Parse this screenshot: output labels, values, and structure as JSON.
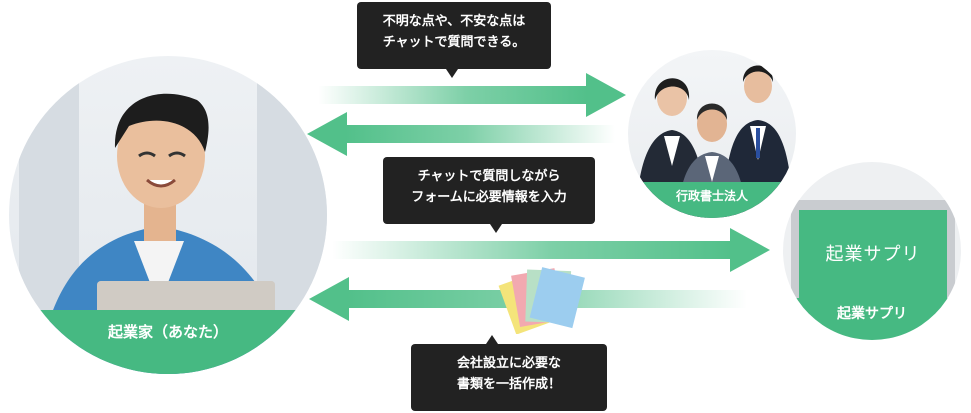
{
  "nodes": {
    "user": {
      "label": "起業家（あなた）"
    },
    "firm": {
      "label": "行政書士法人"
    },
    "app": {
      "label": "起業サプリ",
      "screen_text": "起業サプリ"
    }
  },
  "bubbles": {
    "chat_consult": {
      "lines": [
        "不明な点や、不安な点は",
        "チャットで質問できる。"
      ]
    },
    "chat_form": {
      "lines": [
        "チャットで質問しながら",
        "フォームに必要情報を入力"
      ]
    },
    "documents": {
      "lines": [
        "会社設立に必要な",
        "書類を一括作成！"
      ]
    }
  },
  "colors": {
    "accent": "#46b982",
    "bubble": "#222222",
    "arrow": "#52c08a"
  }
}
